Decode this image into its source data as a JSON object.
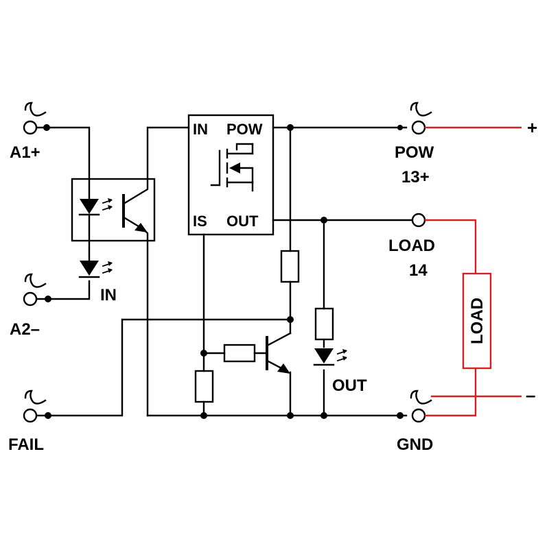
{
  "terminals": {
    "a1": "A1+",
    "a2": "A2–",
    "fail": "FAIL",
    "pow": "POW",
    "pow_num": "13+",
    "load": "LOAD",
    "load_num": "14",
    "gnd": "GND"
  },
  "chip": {
    "in": "IN",
    "pow": "POW",
    "is": "IS",
    "out": "OUT"
  },
  "leds": {
    "in": "IN",
    "out": "OUT"
  },
  "load_box": "LOAD",
  "supply": {
    "plus": "+",
    "minus": "–"
  },
  "colors": {
    "wire": "#000000",
    "external_wire": "#d42020"
  }
}
